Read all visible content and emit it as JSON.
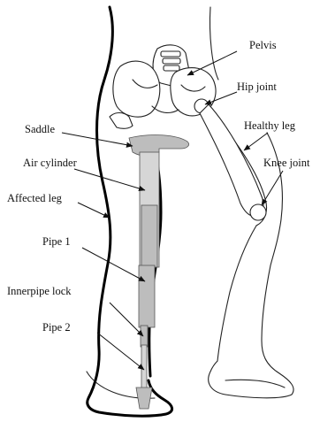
{
  "labels": {
    "pelvis": "Pelvis",
    "hip_joint": "Hip joint",
    "healthy_leg": "Healthy leg",
    "knee_joint": "Knee joint",
    "saddle": "Saddle",
    "air_cylinder": "Air cylinder",
    "affected_leg": "Affected leg",
    "pipe1": "Pipe 1",
    "innerpipe_lock": "Innerpipe lock",
    "pipe2": "Pipe 2"
  },
  "colors": {
    "device_fill": "#bdbdbd",
    "device_light_fill": "#d6d6d6",
    "outline": "#222222",
    "affected_leg_outline": "#000000"
  }
}
